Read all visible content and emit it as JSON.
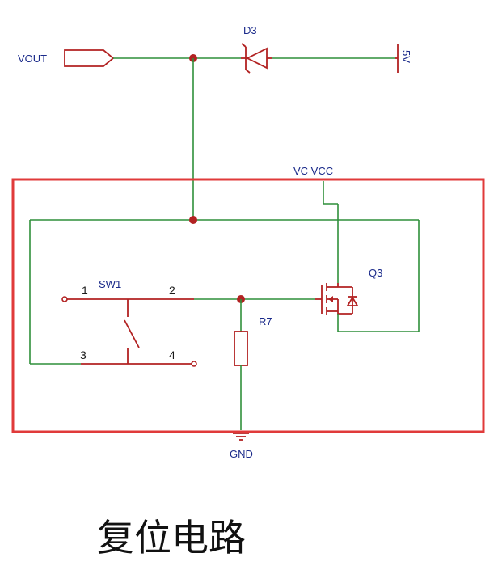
{
  "labels": {
    "vout": "VOUT",
    "diode": "D3",
    "supply": "5V",
    "vcc": "VC VCC",
    "mosfet": "Q3",
    "switch": "SW1",
    "resistor": "R7",
    "ground": "GND",
    "pin1": "1",
    "pin2": "2",
    "pin3": "3",
    "pin4": "4"
  },
  "caption": "复位电路",
  "colors": {
    "wire": "#2f8f3a",
    "component": "#b22222",
    "frame": "#e03a3a",
    "label": "#1a2a8a"
  }
}
